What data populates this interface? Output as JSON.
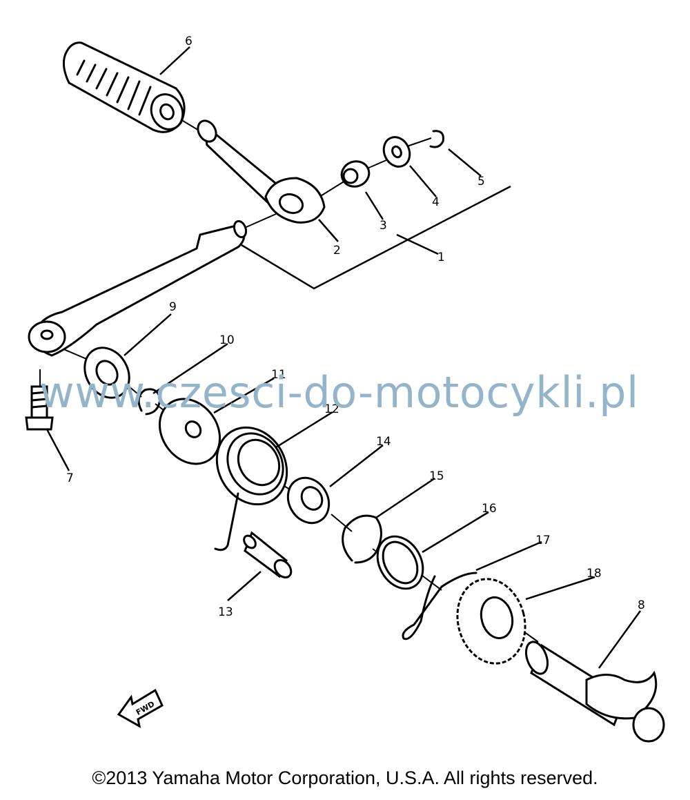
{
  "callouts": [
    {
      "id": "1",
      "label": "1"
    },
    {
      "id": "2",
      "label": "2"
    },
    {
      "id": "3",
      "label": "3"
    },
    {
      "id": "4",
      "label": "4"
    },
    {
      "id": "5",
      "label": "5"
    },
    {
      "id": "6",
      "label": "6"
    },
    {
      "id": "7",
      "label": "7"
    },
    {
      "id": "8",
      "label": "8"
    },
    {
      "id": "9",
      "label": "9"
    },
    {
      "id": "10",
      "label": "10"
    },
    {
      "id": "11",
      "label": "11"
    },
    {
      "id": "12",
      "label": "12"
    },
    {
      "id": "13",
      "label": "13"
    },
    {
      "id": "14",
      "label": "14"
    },
    {
      "id": "15",
      "label": "15"
    },
    {
      "id": "16",
      "label": "16"
    },
    {
      "id": "17",
      "label": "17"
    },
    {
      "id": "18",
      "label": "18"
    }
  ],
  "direction_arrow": {
    "label": "FWD"
  },
  "watermark": "www.czesci-do-motocykli.pl",
  "copyright": "©2013 Yamaha Motor Corporation, U.S.A. All rights reserved."
}
